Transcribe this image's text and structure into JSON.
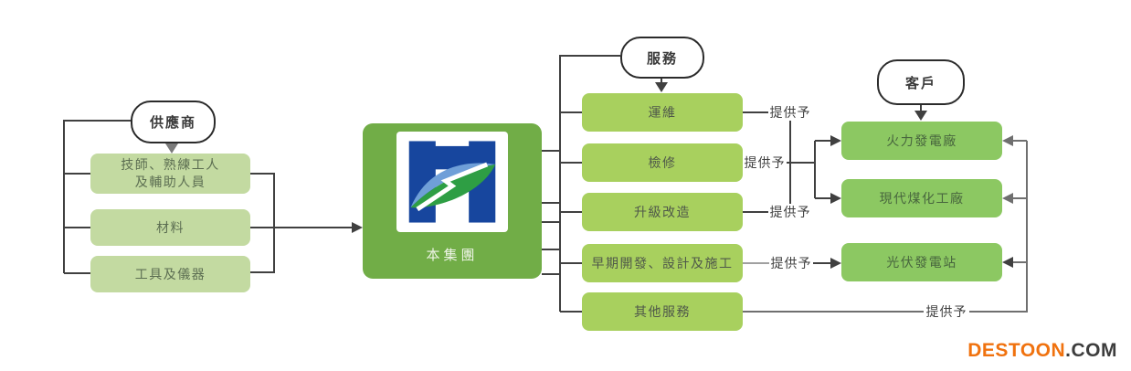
{
  "colors": {
    "supplier_box": "#c3daa1",
    "service_box": "#a8d05e",
    "customer_box": "#8cc862",
    "group_box": "#71ad47",
    "line": "#404040",
    "line_gray": "#6f6f6f",
    "line_light": "#a0a0a0",
    "wm_orange": "#f0720f",
    "wm_dark": "#3d3d3d"
  },
  "suppliers": {
    "bubble_label": "供應商",
    "items": [
      {
        "label": "技師、熟練工人\n及輔助人員"
      },
      {
        "label": "材料"
      },
      {
        "label": "工具及儀器"
      }
    ]
  },
  "group": {
    "label": "本集團",
    "logo_icon": "h-leaf-lightning-logo"
  },
  "services": {
    "bubble_label": "服務",
    "items": [
      {
        "label": "運維"
      },
      {
        "label": "檢修"
      },
      {
        "label": "升級改造"
      },
      {
        "label": "早期開發、設計及施工"
      },
      {
        "label": "其他服務"
      }
    ]
  },
  "customers": {
    "bubble_label": "客戶",
    "items": [
      {
        "label": "火力發電廠"
      },
      {
        "label": "現代煤化工廠"
      },
      {
        "label": "光伏發電站"
      }
    ]
  },
  "edges": {
    "provide_label": "提供予"
  },
  "watermark": {
    "brand": "DESTOON",
    "suffix": ".COM"
  }
}
